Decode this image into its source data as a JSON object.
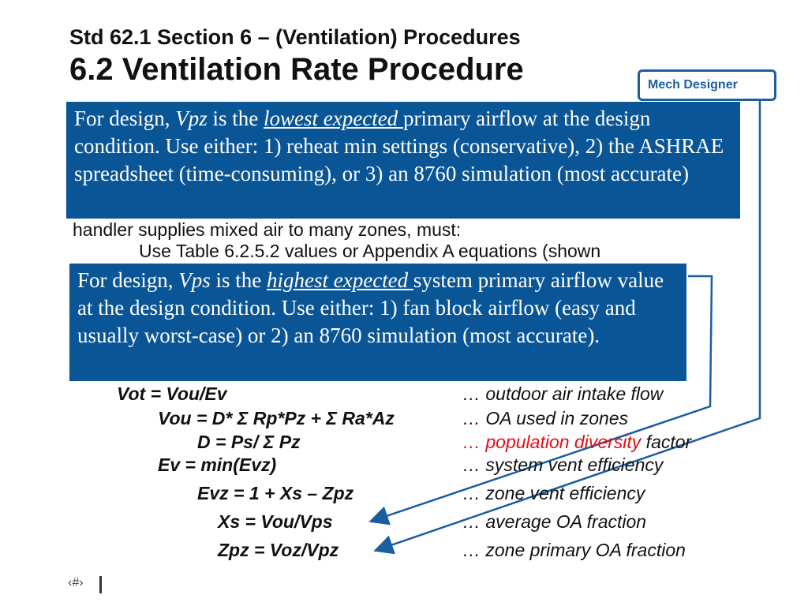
{
  "title": {
    "line1": "Std 62.1 Section 6 – (Ventilation) Procedures",
    "line2": "6.2 Ventilation Rate Procedure"
  },
  "badge": "Mech Designer",
  "body": {
    "line1": "handler supplies mixed air to many zones, must:",
    "line2": "Use Table 6.2.5.2 values or Appendix A equations (shown"
  },
  "equations": [
    {
      "eq": "Vot = Vou/Ev",
      "desc": "… outdoor air intake flow"
    },
    {
      "eq": "Vou = D* Σ Rp*Pz + Σ Ra*Az",
      "desc": "… OA used in zones"
    },
    {
      "eq": "D = Ps/ Σ Pz",
      "desc_red": "… population diversity",
      "desc": " factor"
    },
    {
      "eq": "Ev = min(Evz)",
      "desc": "… system vent efficiency"
    },
    {
      "eq": "Evz = 1 + Xs – Zpz",
      "desc": "… zone vent efficiency"
    },
    {
      "eq": "Xs = Vou/Vps",
      "desc": "… average OA fraction"
    },
    {
      "eq": "Zpz = Voz/Vpz",
      "desc": "… zone primary OA fraction"
    }
  ],
  "callout_vpz": {
    "a": "For design, ",
    "var": "Vpz",
    "b": " is the ",
    "em": "lowest expected ",
    "c": "primary airflow at the design condition. Use either: 1) reheat min settings (conservative), 2) the ASHRAE spreadsheet (time-consuming), or 3) an 8760 simulation (most accurate)"
  },
  "callout_vps": {
    "a": "For design, ",
    "var": "Vps",
    "b": " is the ",
    "em": "highest expected ",
    "c": "system primary airflow value at the design condition. Use either: 1) fan block airflow (easy and usually worst-case) or 2) an 8760 simulation (most accurate)."
  },
  "footer": {
    "slide_number": "‹#›"
  },
  "colors": {
    "callout": "#0a5596",
    "highlight": "#e0101a"
  }
}
